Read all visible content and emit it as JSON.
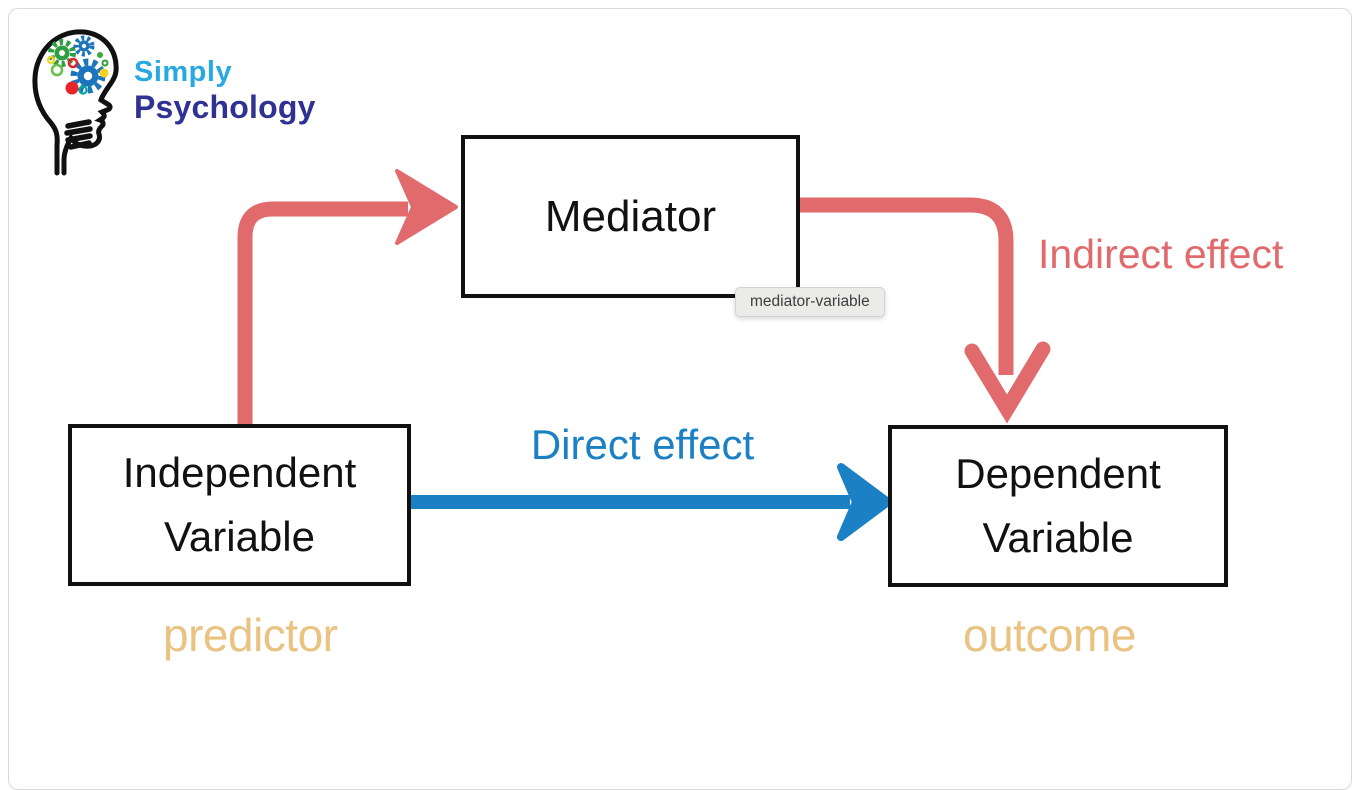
{
  "logo": {
    "icon": "head-with-gears-icon",
    "brand_line1": "Simply",
    "brand_line2": "Psychology",
    "brand_line1_color": "#29a9e1",
    "brand_line2_color": "#2f3193"
  },
  "diagram": {
    "type": "mediation-model",
    "mediator_label": "Mediator",
    "independent_line1": "Independent",
    "independent_line2": "Variable",
    "dependent_line1": "Dependent",
    "dependent_line2": "Variable",
    "direct_effect_label": "Direct effect",
    "indirect_effect_label": "Indirect effect",
    "predictor_label": "predictor",
    "outcome_label": "outcome",
    "colors": {
      "arrow_red": "#e16a6d",
      "arrow_blue": "#1b80c4",
      "role_gold": "#eac282",
      "box_border": "#111111",
      "card_border": "#d9d9d9"
    },
    "edges": [
      {
        "from": "independent",
        "to": "mediator",
        "style": "red-elbow-arrow"
      },
      {
        "from": "mediator",
        "to": "dependent",
        "style": "red-elbow-arrow",
        "label": "Indirect effect"
      },
      {
        "from": "independent",
        "to": "dependent",
        "style": "blue-straight-arrow",
        "label": "Direct effect"
      }
    ]
  },
  "tooltip": {
    "text": "mediator-variable",
    "background": "#ebebe9"
  }
}
